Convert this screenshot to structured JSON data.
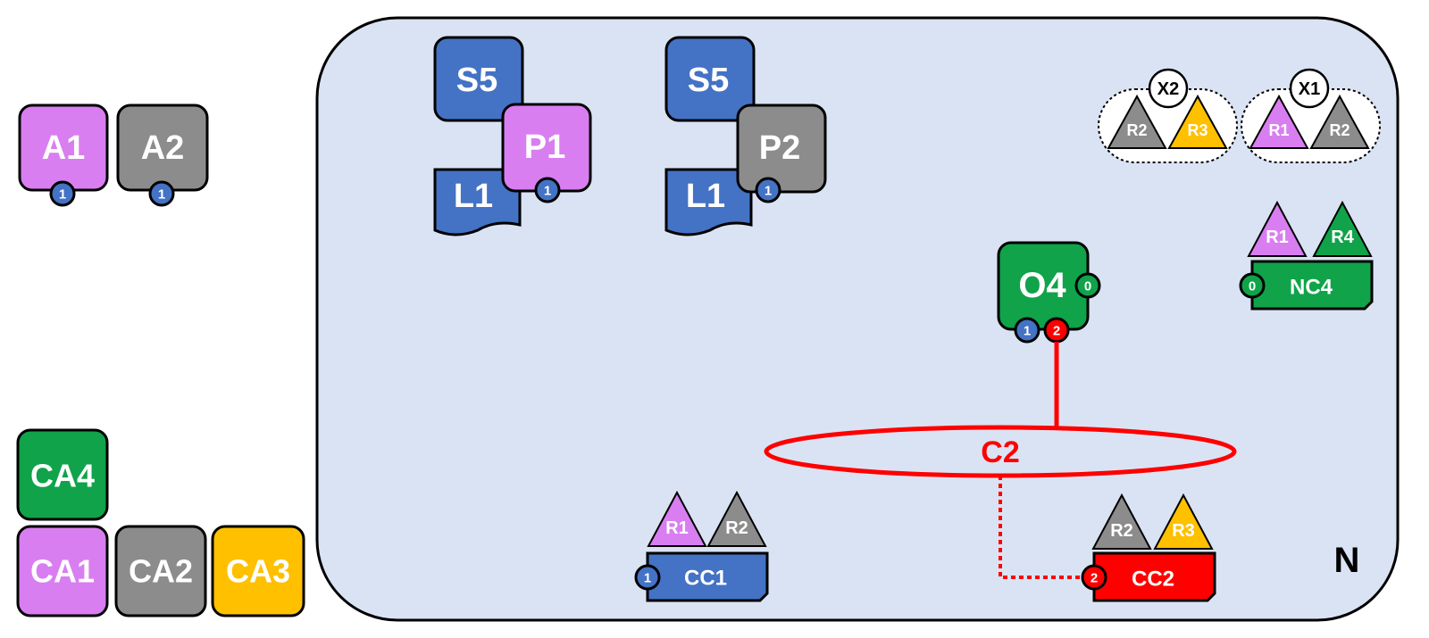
{
  "colors": {
    "pink": "#d97ef0",
    "gray": "#8c8c8c",
    "blue": "#4472c4",
    "green": "#10a34a",
    "yellow": "#ffc000",
    "red": "#ff0000",
    "network_bg": "#dae3f3"
  },
  "left_items": {
    "A1": {
      "label": "A1",
      "badge": "1"
    },
    "A2": {
      "label": "A2",
      "badge": "1"
    },
    "CA4": {
      "label": "CA4"
    },
    "CA1": {
      "label": "CA1"
    },
    "CA2": {
      "label": "CA2"
    },
    "CA3": {
      "label": "CA3"
    }
  },
  "network": {
    "label": "N",
    "group1": {
      "s": "S5",
      "p": "P1",
      "l": "L1",
      "badge": "1"
    },
    "group2": {
      "s": "S5",
      "p": "P2",
      "l": "L1",
      "badge": "1"
    },
    "x2": {
      "label": "X2",
      "r_a": "R2",
      "r_b": "R3"
    },
    "x1": {
      "label": "X1",
      "r_a": "R1",
      "r_b": "R2"
    },
    "nc4": {
      "label": "NC4",
      "badge": "0",
      "r_a": "R1",
      "r_b": "R4"
    },
    "o4": {
      "label": "O4",
      "badge_right": "0",
      "badge_a": "1",
      "badge_b": "2"
    },
    "c2": {
      "label": "C2"
    },
    "cc1": {
      "label": "CC1",
      "badge": "1",
      "r_a": "R1",
      "r_b": "R2"
    },
    "cc2": {
      "label": "CC2",
      "badge": "2",
      "r_a": "R2",
      "r_b": "R3"
    }
  }
}
